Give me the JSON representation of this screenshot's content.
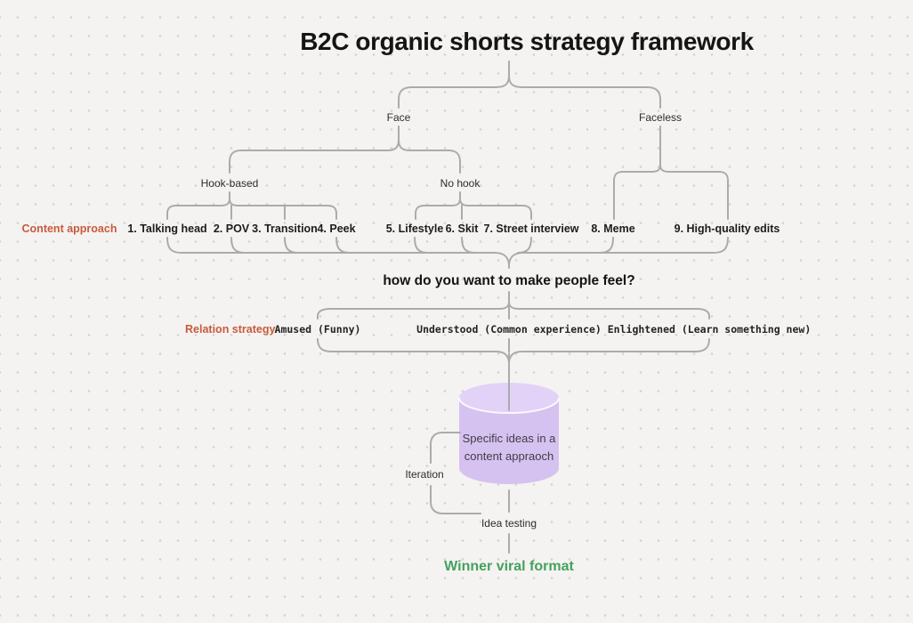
{
  "title": "B2C organic shorts strategy framework",
  "row_labels": {
    "content_approach": "Content approach",
    "relation_strategy": "Relation strategy."
  },
  "tree": {
    "branches": [
      {
        "label": "Face"
      },
      {
        "label": "Faceless"
      }
    ],
    "face_branches": [
      {
        "label": "Hook-based"
      },
      {
        "label": "No hook"
      }
    ],
    "content_approaches": [
      {
        "label": "1. Talking head",
        "parent": "Hook-based"
      },
      {
        "label": "2. POV",
        "parent": "Hook-based"
      },
      {
        "label": "3. Transition",
        "parent": "Hook-based"
      },
      {
        "label": "4. Peek",
        "parent": "Hook-based"
      },
      {
        "label": "5. Lifestyle",
        "parent": "No hook"
      },
      {
        "label": "6. Skit",
        "parent": "No hook"
      },
      {
        "label": "7. Street interview",
        "parent": "No hook"
      },
      {
        "label": "8. Meme",
        "parent": "Faceless"
      },
      {
        "label": "9. High-quality edits",
        "parent": "Faceless"
      }
    ]
  },
  "question": "how do you want to make people feel?",
  "relation_strategies": [
    "Amused (Funny)",
    "Understood (Common experience)",
    "Enlightened (Learn something new)"
  ],
  "funnel": {
    "cylinder_line1": "Specific ideas in a",
    "cylinder_line2": "content appraoch",
    "iteration": "Iteration",
    "idea_testing": "Idea testing",
    "winner": "Winner viral format"
  },
  "colors": {
    "accent_orange": "#c75b3d",
    "accent_green": "#44a15e",
    "line_color": "#ababa9",
    "cylinder_fill": "#d6c2f0",
    "cylinder_top": "#e3d2f7"
  }
}
